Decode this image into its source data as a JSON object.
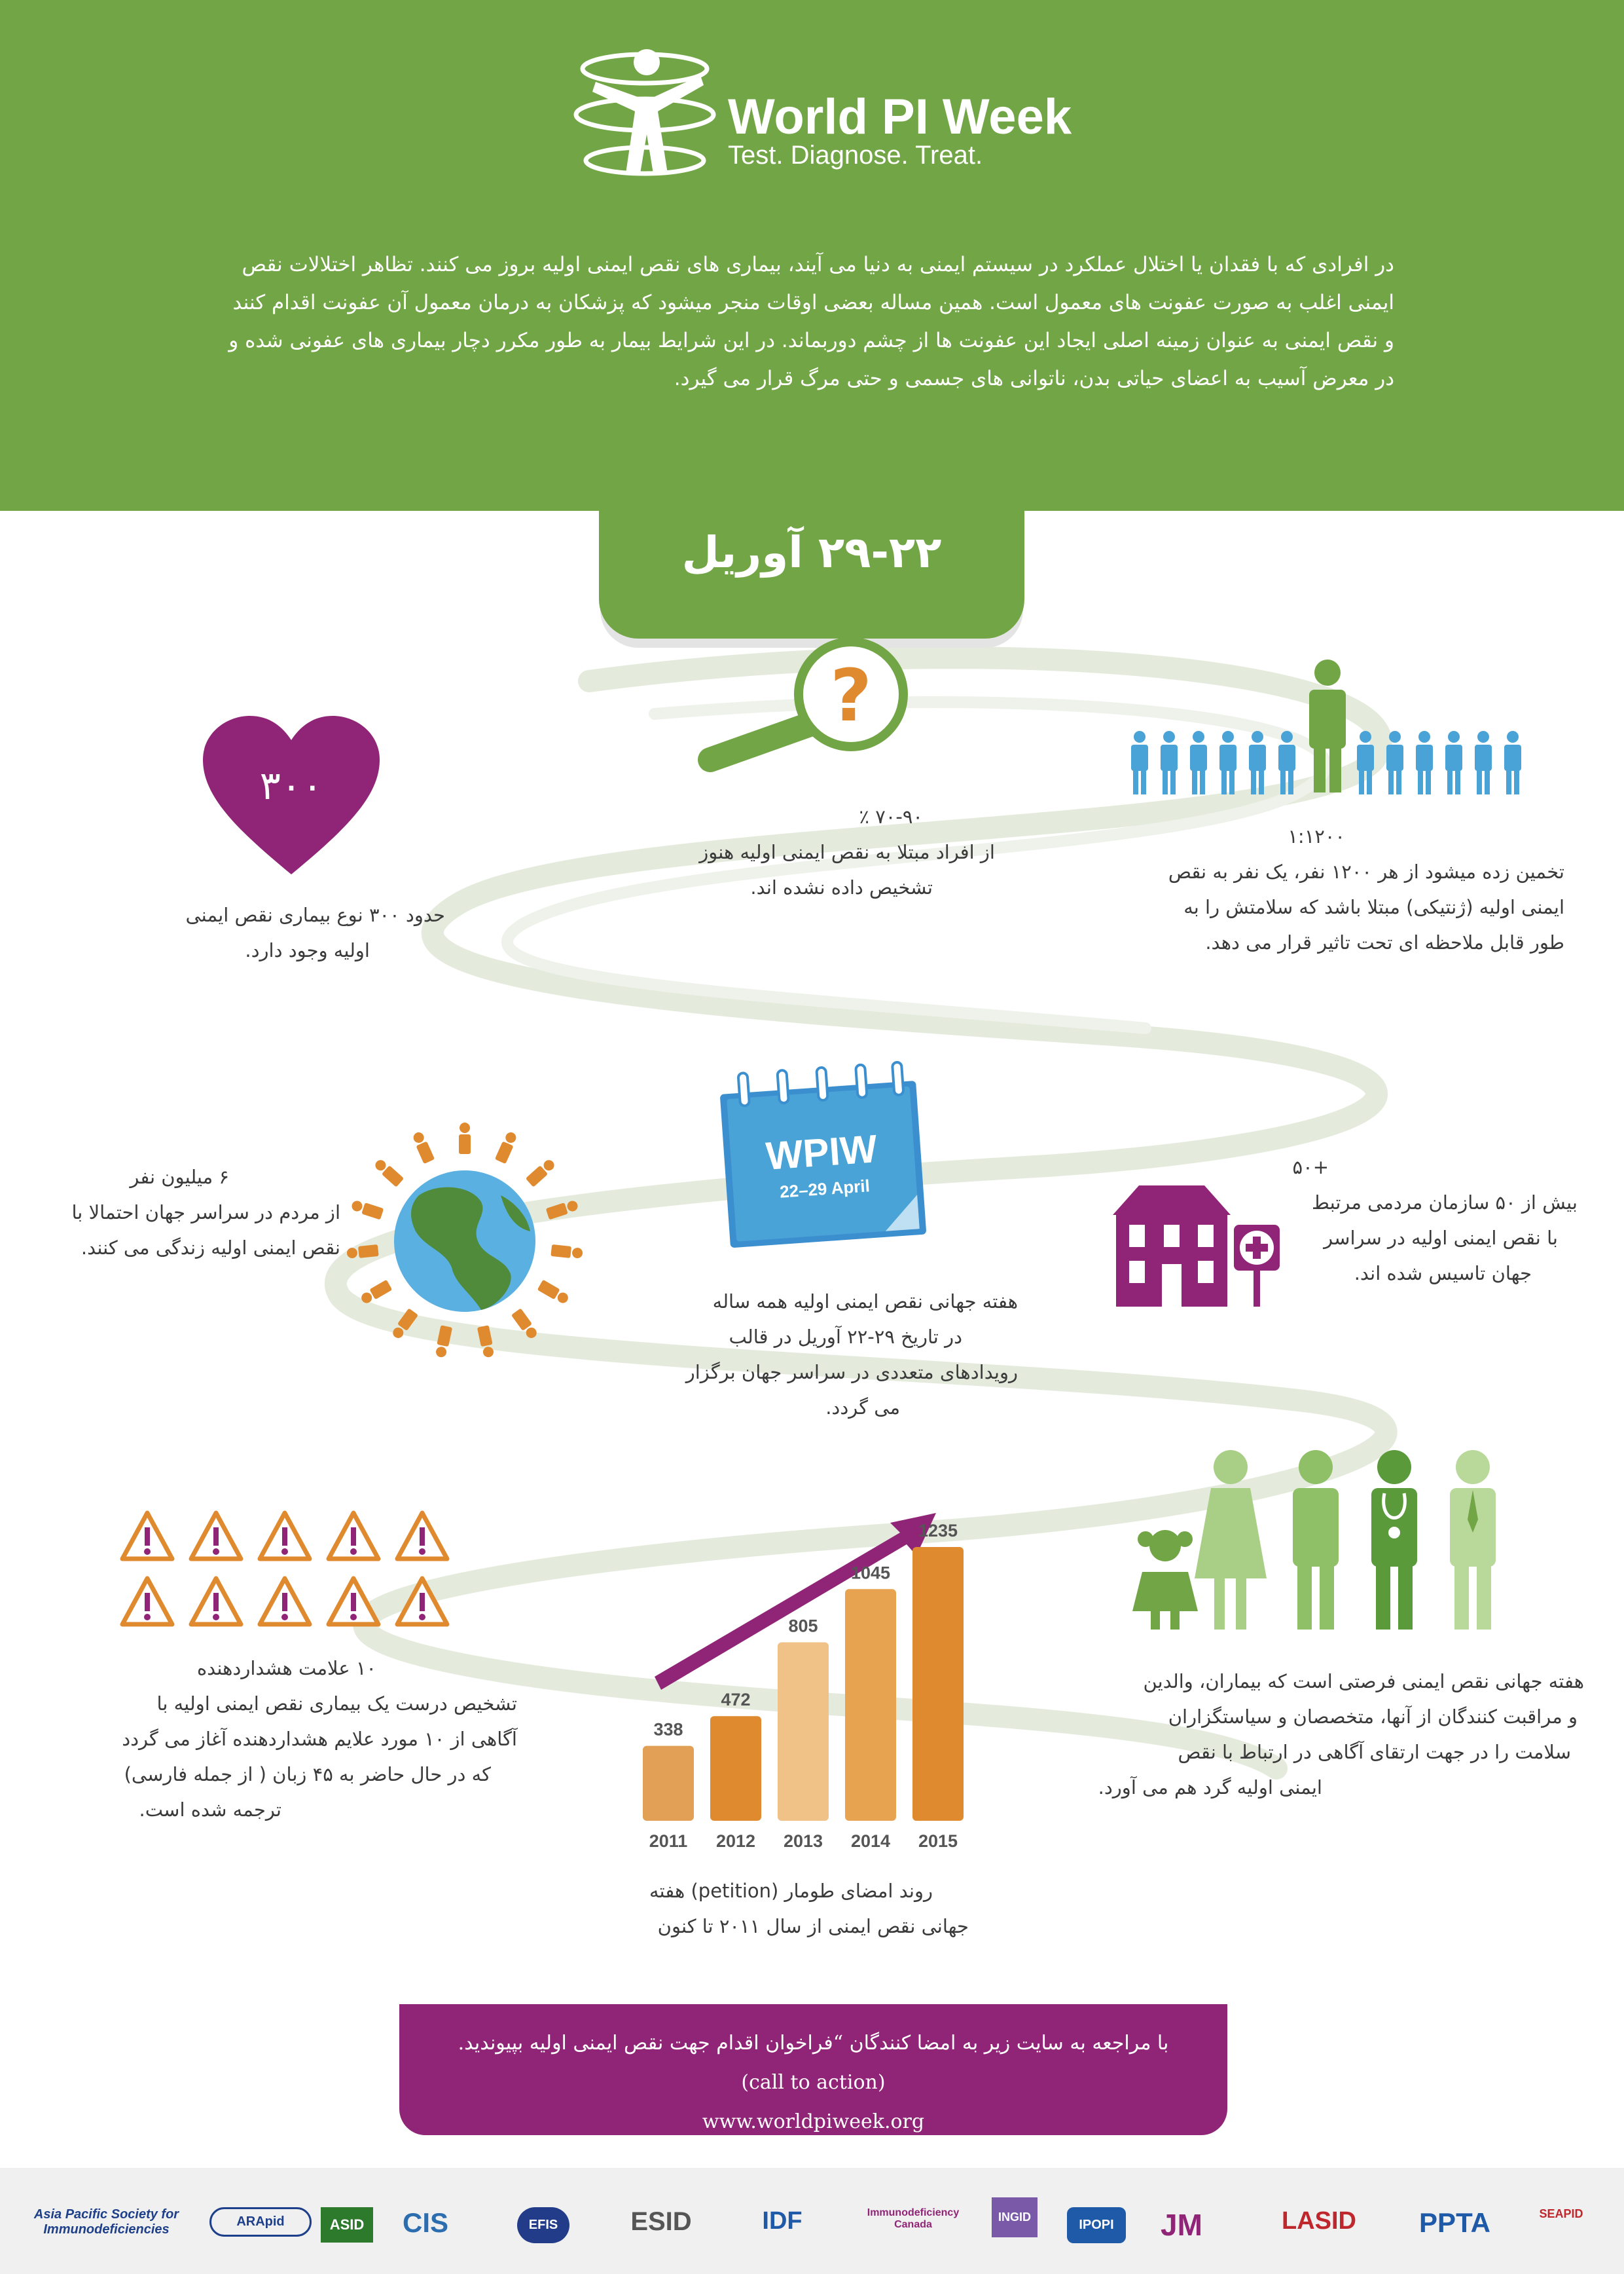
{
  "logo": {
    "title": "World PI Week",
    "tagline": "Test. Diagnose. Treat."
  },
  "intro_lines": [
    "در افرادی که با فقدان یا اختلال عملکرد در سیستم ایمنی به دنیا می آیند، بیماری های نقص ایمنی اولیه بروز می کنند. تظاهر اختلالات نقص",
    "ایمنی اغلب به صورت عفونت های معمول است. همین مساله بعضی اوقات  منجر میشود که پزشکان به درمان معمول آن عفونت اقدام کنند",
    "و نقص ایمنی به عنوان زمینه اصلی ایجاد این عفونت ها از چشم دوربماند. در این شرایط  بیمار به طور مکرر دچار بیماری های عفونی شده و",
    "در معرض آسیب  به اعضای حیاتی بدن، ناتوانی های جسمی و حتی مرگ قرار می گیرد."
  ],
  "date_banner": "۲۹-۲۲ آوریل",
  "stats": {
    "heart": {
      "number": "۳۰۰",
      "lines": [
        "حدود ۳۰۰ نوع بیماری نقص ایمنی",
        "اولیه وجود دارد."
      ]
    },
    "undiagnosed": {
      "number": "۷۰-۹۰ ٪",
      "lines": [
        "از افراد مبتلا به نقص ایمنی اولیه هنوز",
        "تشخیص داده نشده اند."
      ]
    },
    "ratio": {
      "number": "۱:۱۲۰۰",
      "lines": [
        "تخمین زده میشود از هر ۱۲۰۰ نفر، یک نفر به نقص",
        "ایمنی اولیه (ژنتیکی) مبتلا باشد که سلامتش را به",
        "طور قابل ملاحظه ای تحت تاثیر قرار می دهد."
      ]
    },
    "world": {
      "number": "۶ میلیون نفر",
      "lines": [
        "از مردم در سراسر جهان احتمالا با",
        "نقص ایمنی اولیه زندگی می کنند."
      ]
    },
    "calendar": {
      "title": "WPIW",
      "date": "22–29 April",
      "lines": [
        "هفته جهانی نقص ایمنی اولیه همه ساله",
        "در تاریخ ۲۹-۲۲ آوریل در قالب",
        "رویدادهای متعددی در سراسر جهان برگزار",
        "می گردد."
      ]
    },
    "orgs": {
      "number": "+۵۰",
      "lines": [
        "بیش از ۵۰ سازمان مردمی مرتبط",
        "با نقص ایمنی اولیه در سراسر",
        "جهان تاسیس شده اند."
      ]
    },
    "warning": {
      "number": "۱۰ علامت هشداردهنده",
      "lines": [
        "تشخیص درست یک بیماری نقص ایمنی اولیه با",
        "آگاهی از ۱۰ مورد علایم هشداردهنده آغاز می گردد",
        "که در حال حاضر به ۴۵ زبان ( از جمله فارسی)",
        "ترجمه شده است."
      ]
    },
    "family": {
      "lines": [
        "هفته جهانی نقص ایمنی فرصتی است که بیماران، والدین",
        "و مراقبت کنندگان از آنها، متخصصان و سیاستگزاران",
        "سلامت را در جهت ارتقای آگاهی در ارتباط با نقص",
        "ایمنی اولیه گرد هم می آورد."
      ]
    }
  },
  "chart_data": {
    "type": "bar",
    "categories": [
      "2011",
      "2012",
      "2013",
      "2014",
      "2015"
    ],
    "values": [
      338,
      472,
      805,
      1045,
      1235
    ],
    "colors": [
      "#e2a056",
      "#e08a30",
      "#f0c287",
      "#e8a351",
      "#e08a30"
    ],
    "ylim": [
      0,
      1300
    ],
    "caption_lines": [
      "روند امضای طومار (petition) هفته",
      "جهانی نقص ایمنی از سال ۲۰۱۱ تا کنون"
    ]
  },
  "call_to_action": {
    "line1": "با مراجعه به سایت زیر به امضا کنندگان “فراخوان اقدام جهت نقص ایمنی اولیه بپیوندید.",
    "line2": "(call to action)",
    "url": "www.worldpiweek.org"
  },
  "footer_orgs": [
    "Asia Pacific Society for Immunodeficiencies",
    "ARApid",
    "ASID",
    "CIS",
    "EFIS",
    "ESID",
    "IDF",
    "Immunodeficiency Canada",
    "INGID",
    "IPOPI",
    "JM",
    "LASID",
    "PPTA",
    "SEAPID"
  ],
  "colors": {
    "green": "#72a545",
    "purple": "#902577",
    "orange": "#e08a30",
    "blue": "#4aa3d6"
  }
}
